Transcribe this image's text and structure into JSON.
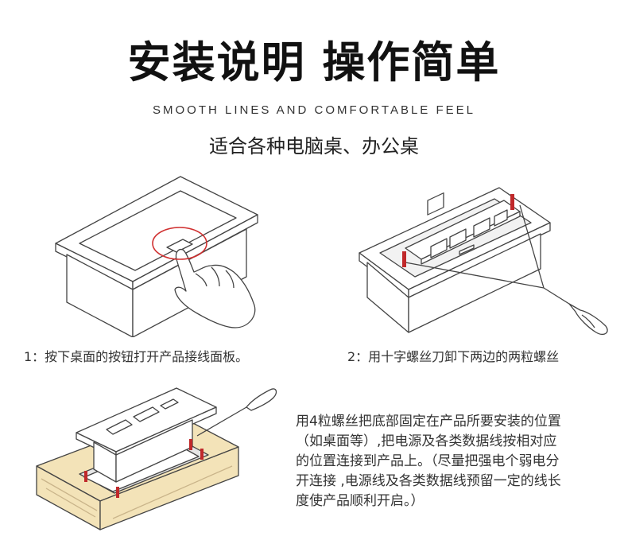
{
  "header": {
    "title": "安装说明 操作简单",
    "subtitle_en": "SMOOTH LINES AND COMFORTABLE FEEL",
    "subtitle_cn": "适合各种电脑桌、办公桌"
  },
  "steps": {
    "step1_caption": "1：按下桌面的按钮打开产品接线面板。",
    "step2_caption": "2：用十字螺丝刀卸下两边的两粒螺丝",
    "step3_lines": [
      "用4粒螺丝把底部固定在产品所要安装的位置",
      "（如桌面等）,把电源及各类数据线按相对应",
      "的位置连接到产品上。（尽量把强电个弱电分",
      "开连接 ,电源线及各类数据线预留一定的线长",
      "度使产品顺利开启。）"
    ]
  },
  "colors": {
    "line": "#444444",
    "highlight_circle": "#d03030",
    "screw_red": "#c0282a",
    "wood": "#f3e3b8"
  },
  "icons": {
    "step1": "press-button-illustration",
    "step2": "screwdriver-remove-illustration",
    "step3": "mount-on-desk-illustration"
  }
}
